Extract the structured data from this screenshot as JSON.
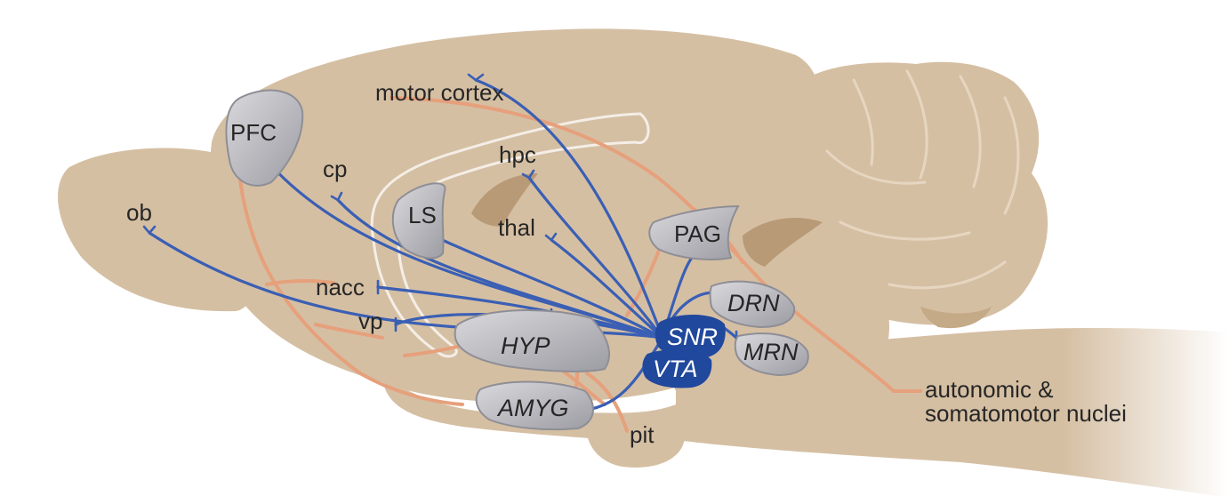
{
  "colors": {
    "tissue": "#d5bfa3",
    "tissue_dark": "#b89a76",
    "region_fill": "#b7b7bc",
    "region_stroke": "#8e8e96",
    "blue_fiber": "#3a5fb4",
    "orange_fiber": "#e6a07c",
    "source_fill": "#20489c",
    "label_text": "#262626"
  },
  "labels": {
    "motor_cortex": "motor cortex",
    "pfc": "PFC",
    "cp": "cp",
    "hpc": "hpc",
    "ob": "ob",
    "ls": "LS",
    "thal": "thal",
    "pag": "PAG",
    "nacc": "nacc",
    "drn": "DRN",
    "vp": "vp",
    "hyp": "HYP",
    "snr": "SNR",
    "vta": "VTA",
    "mrn": "MRN",
    "amyg": "AMYG",
    "pit": "pit",
    "autonomic_line1": "autonomic &",
    "autonomic_line2": "somatomotor nuclei"
  },
  "icons": [
    "brain-sagittal-outline",
    "projection-fiber",
    "axon-terminal"
  ]
}
